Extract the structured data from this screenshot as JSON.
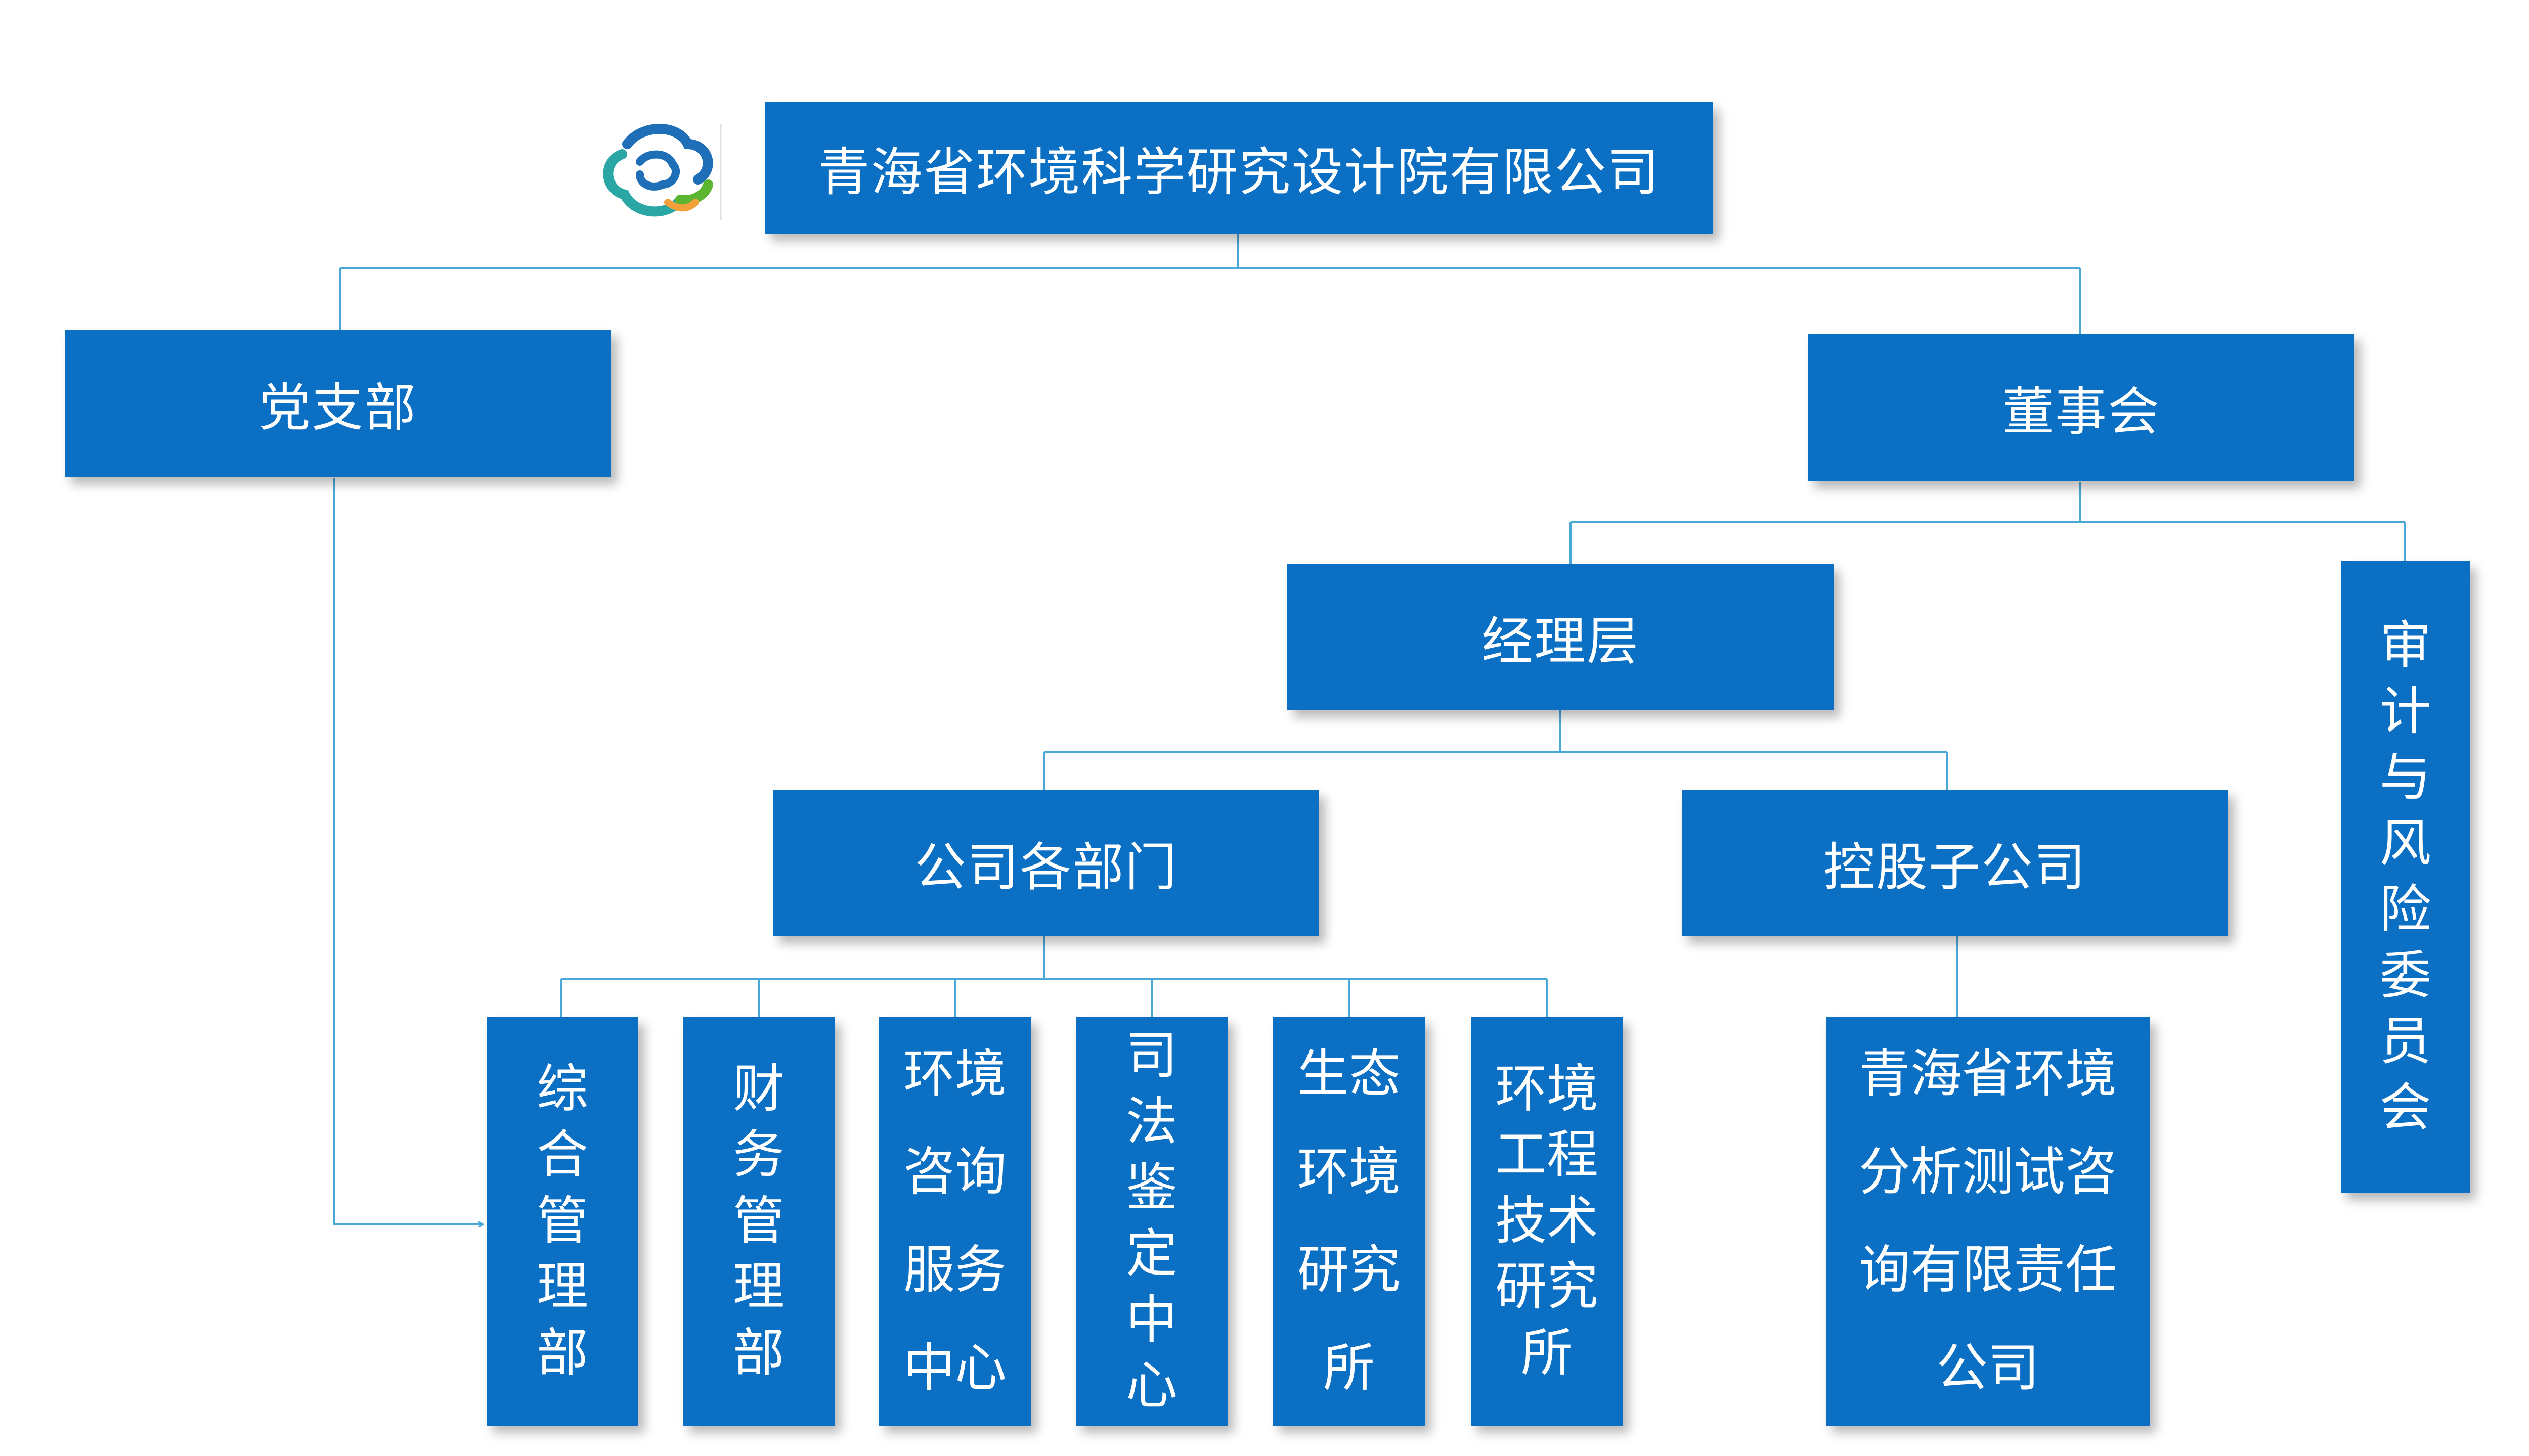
{
  "org": {
    "root": "青海省环境科学研究设计院有限公司",
    "party_branch": "党支部",
    "board": "董事会",
    "management": "经理层",
    "audit_committee": "审计与风险委员会",
    "departments_group": "公司各部门",
    "subsidiaries_group": "控股子公司",
    "departments": [
      "综合管理部",
      "财务管理部",
      "环境咨询服务中心",
      "司法鉴定中心",
      "生态环境研究所",
      "环境工程技术研究所"
    ],
    "subsidiary": "青海省环境分析测试咨询有限责任公司"
  },
  "colors": {
    "box": "#0b6fc4",
    "line": "#4aa8d8",
    "text": "#ffffff",
    "logo_blue": "#1f6fb8",
    "logo_green": "#5cb531",
    "logo_teal": "#2aa7a4",
    "logo_orange": "#f2a03a"
  },
  "icons": [
    "company-logo-icon",
    "corner-logo-icon"
  ]
}
